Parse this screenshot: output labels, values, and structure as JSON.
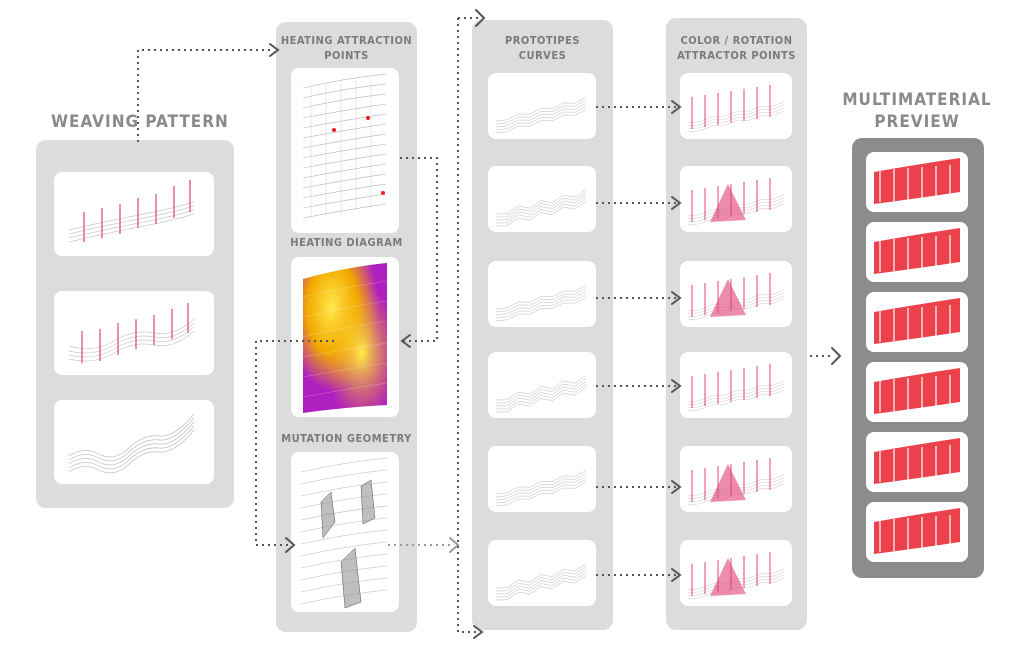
{
  "titles": {
    "weaving": "WEAVING PATTERN",
    "heating_attraction_1": "HEATING ATTRACTION",
    "heating_attraction_2": "POINTS",
    "heating_diagram": "HEATING DIAGRAM",
    "mutation": "MUTATION GEOMETRY",
    "prototipes_1": "PROTOTIPES",
    "prototipes_2": "CURVES",
    "color_1": "COLOR / ROTATION",
    "color_2": "ATTRACTOR POINTS",
    "multi_1": "MULTIMATERIAL",
    "multi_2": "PREVIEW"
  },
  "colors": {
    "panel": "#dcdcdc",
    "dark_panel": "#8c8c8c",
    "accent_pink": "#e0407a",
    "accent_red": "#e8202a",
    "heat_yellow": "#f2c400",
    "heat_purple": "#b020c0",
    "arrow": "#555555"
  }
}
